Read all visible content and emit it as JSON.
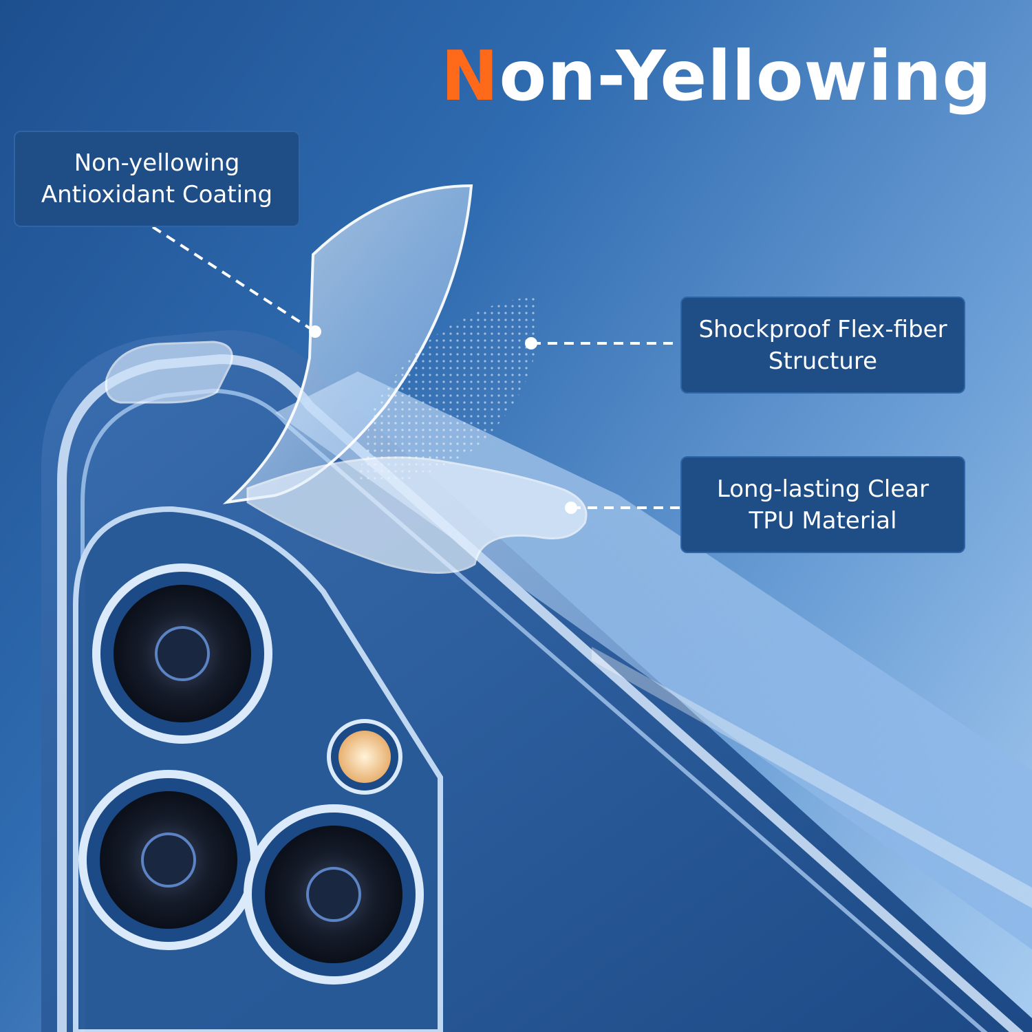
{
  "headline": {
    "accent_letter": "N",
    "rest": "on-Yellowing",
    "accent_color": "#ff6a1a"
  },
  "callouts": [
    {
      "line1": "Non-yellowing",
      "line2": "Antioxidant Coating"
    },
    {
      "line1": "Shockproof Flex-fiber",
      "line2": "Structure"
    },
    {
      "line1": "Long-lasting Clear",
      "line2": "TPU Material"
    }
  ],
  "colors": {
    "background_dark": "#1d4f8f",
    "background_light": "#a9cdf1",
    "callout_fill": "#1f4d86",
    "text": "#ffffff"
  }
}
